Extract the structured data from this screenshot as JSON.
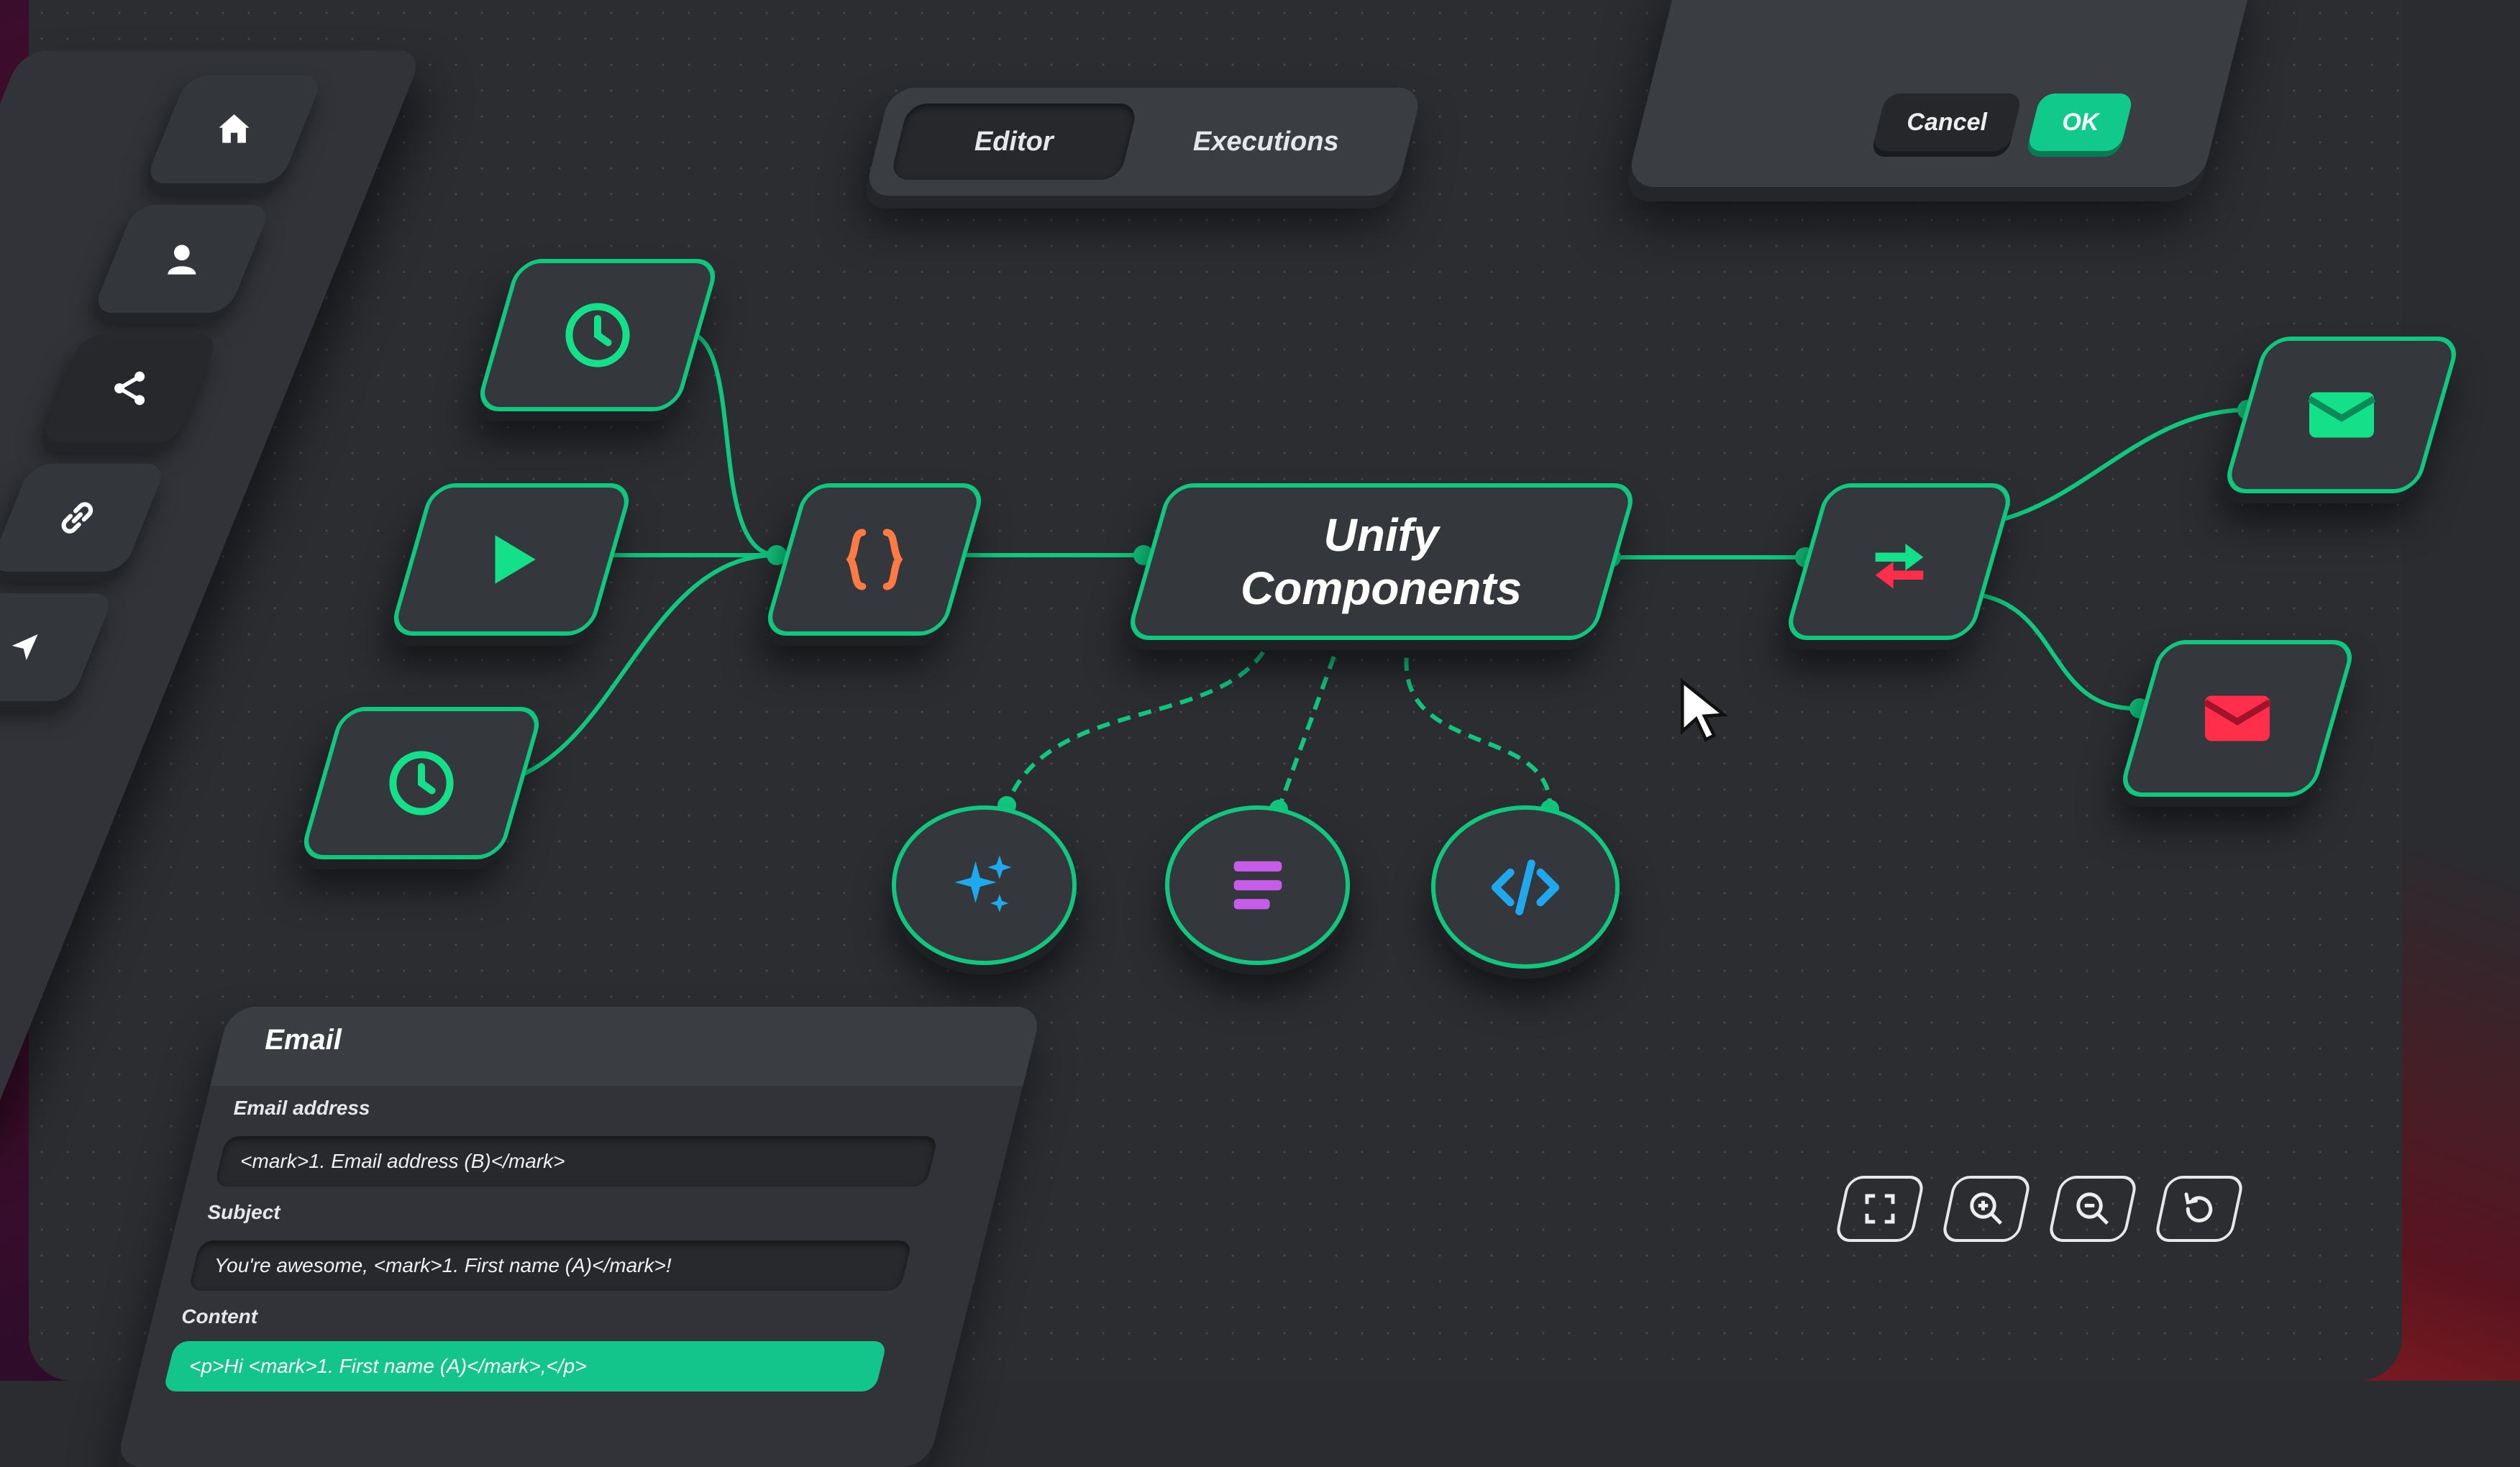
{
  "tabs": [
    {
      "label": "Editor",
      "active": true
    },
    {
      "label": "Executions",
      "active": false
    }
  ],
  "dialog": {
    "cancel_label": "Cancel",
    "ok_label": "OK"
  },
  "sidebar": {
    "items": [
      {
        "icon": "home-icon"
      },
      {
        "icon": "user-icon"
      },
      {
        "icon": "share-icon",
        "active": true
      },
      {
        "icon": "link-icon"
      },
      {
        "icon": "send-icon"
      }
    ]
  },
  "workflow": {
    "main_node_title_line1": "Unify",
    "main_node_title_line2": "Components",
    "nodes": [
      {
        "icon": "clock-icon"
      },
      {
        "icon": "play-icon"
      },
      {
        "icon": "clock-icon"
      },
      {
        "icon": "code-braces-icon"
      },
      {
        "icon": "swap-arrows-icon"
      },
      {
        "icon": "mail-icon"
      },
      {
        "icon": "mail-icon"
      },
      {
        "icon": "sparkle-icon"
      },
      {
        "icon": "list-icon"
      },
      {
        "icon": "code-tag-icon"
      }
    ],
    "accent_color": "#11c77f"
  },
  "canvas_controls": [
    {
      "icon": "fit-view-icon"
    },
    {
      "icon": "zoom-in-icon"
    },
    {
      "icon": "zoom-out-icon"
    },
    {
      "icon": "undo-icon"
    }
  ],
  "email_panel": {
    "title": "Email",
    "email_label": "Email address",
    "email_value": "<mark>1. Email address (B)</mark>",
    "subject_label": "Subject",
    "subject_value": "You're awesome, <mark>1. First name (A)</mark>!",
    "content_label": "Content",
    "content_value": "<p>Hi <mark>1. First name (A)</mark>,</p>"
  }
}
